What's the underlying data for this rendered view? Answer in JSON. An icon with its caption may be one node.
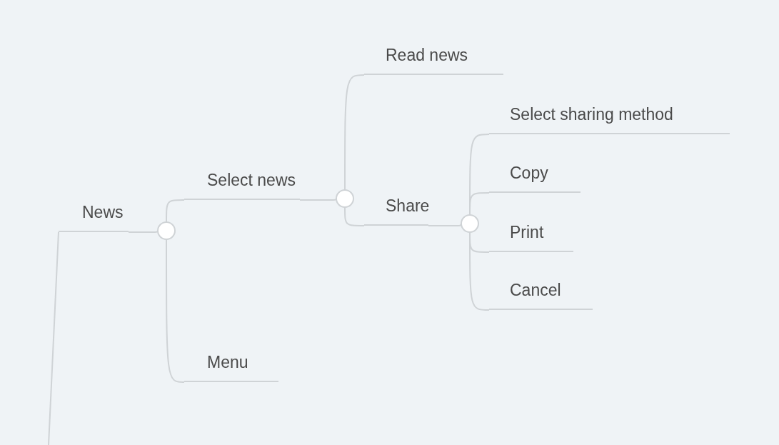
{
  "diagram": {
    "nodes": [
      {
        "text": [
          "News"
        ]
      },
      {
        "text": [],
        "shape": "circle"
      },
      {
        "text": [
          "Select news"
        ]
      },
      {
        "text": [
          "Menu"
        ]
      },
      {
        "text": [],
        "shape": "circle"
      },
      {
        "text": [
          "Read news"
        ]
      },
      {
        "text": [
          "Share"
        ]
      },
      {
        "text": [],
        "shape": "circle"
      },
      {
        "text": [
          "Select sharing method"
        ]
      },
      {
        "text": [
          "Copy"
        ]
      },
      {
        "text": [
          "Print"
        ]
      },
      {
        "text": [
          "Cancel"
        ]
      }
    ],
    "edges": [
      {
        "from": null,
        "to": 0,
        "arrow": "none"
      },
      {
        "from": 0,
        "to": 1,
        "arrow": "none"
      },
      {
        "from": 1,
        "to": 2,
        "arrow": "none"
      },
      {
        "from": 1,
        "to": 3,
        "arrow": "none"
      },
      {
        "from": 2,
        "to": 4,
        "arrow": "none"
      },
      {
        "from": 4,
        "to": 5,
        "arrow": "none"
      },
      {
        "from": 4,
        "to": 6,
        "arrow": "none"
      },
      {
        "from": 6,
        "to": 7,
        "arrow": "none"
      },
      {
        "from": 7,
        "to": 8,
        "arrow": "none"
      },
      {
        "from": 7,
        "to": 9,
        "arrow": "none"
      },
      {
        "from": 7,
        "to": 10,
        "arrow": "none"
      },
      {
        "from": 7,
        "to": 11,
        "arrow": "none"
      }
    ]
  }
}
